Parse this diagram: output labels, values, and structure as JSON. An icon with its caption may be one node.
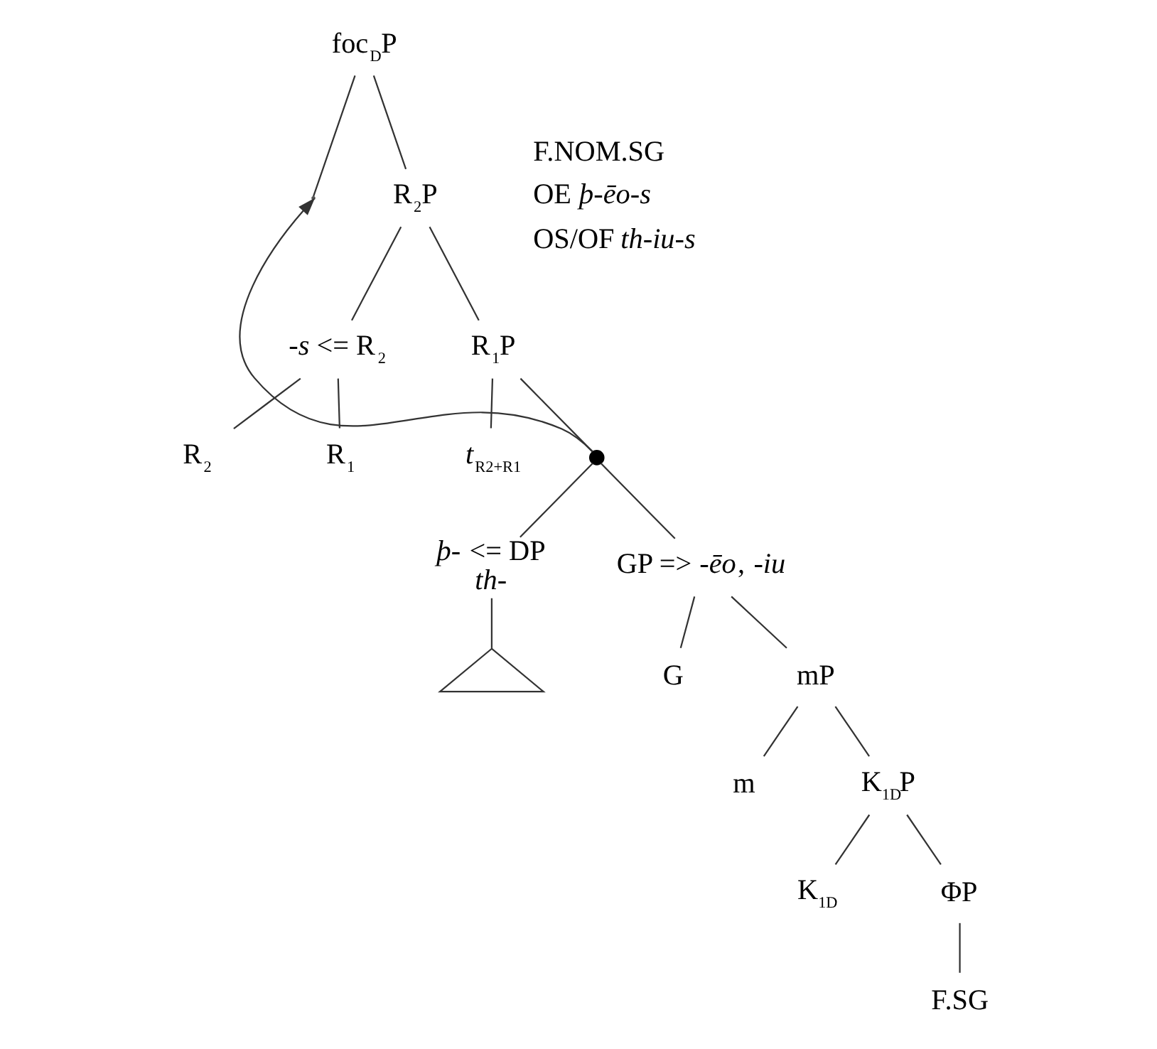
{
  "diagram": {
    "nodes": [
      {
        "text": [
          "foc$_{D}$P"
        ]
      },
      {
        "text": [],
        "shape": "point"
      },
      {
        "text": [
          "R$_{2}$P"
        ]
      },
      {
        "text": [
          "*-s* <= R$_{2}$"
        ]
      },
      {
        "text": [
          "R$_{2}$"
        ]
      },
      {
        "text": [
          "R$_{1}$"
        ]
      },
      {
        "text": [
          "R$_{1}$P"
        ]
      },
      {
        "text": [
          "*t*$_{R2+R1}$"
        ]
      },
      {
        "text": [],
        "shape": "circle"
      },
      {
        "text": [
          "*þ-* <= DP"
        ],
        "beside": [
          "th-"
        ]
      },
      {
        "text": [],
        "shape": "triangle"
      },
      {
        "text": [
          "GP => *-ēo*, *-iu*"
        ]
      },
      {
        "text": [
          "G"
        ]
      },
      {
        "text": [
          "mP"
        ]
      },
      {
        "text": [
          "m"
        ]
      },
      {
        "text": [
          "K$_{1D}$P"
        ]
      },
      {
        "text": [
          "K$_{1D}$"
        ]
      },
      {
        "text": [
          "ΦP"
        ]
      },
      {
        "text": [
          "F.SG"
        ]
      }
    ],
    "edges": [
      {
        "from": 0,
        "to": 1,
        "arrow": "none"
      },
      {
        "from": 0,
        "to": 2,
        "arrow": "none"
      },
      {
        "from": 2,
        "to": 3,
        "arrow": "none"
      },
      {
        "from": 2,
        "to": 6,
        "arrow": "none"
      },
      {
        "from": 3,
        "to": 4,
        "arrow": "none"
      },
      {
        "from": 3,
        "to": 5,
        "arrow": "none"
      },
      {
        "from": 6,
        "to": 7,
        "arrow": "none"
      },
      {
        "from": 6,
        "to": 8,
        "arrow": "none"
      },
      {
        "from": 8,
        "to": 9,
        "arrow": "none"
      },
      {
        "from": 8,
        "to": 11,
        "arrow": "none"
      },
      {
        "from": 9,
        "to": 10,
        "arrow": "none"
      },
      {
        "from": 11,
        "to": 12,
        "arrow": "none"
      },
      {
        "from": 11,
        "to": 13,
        "arrow": "none"
      },
      {
        "from": 13,
        "to": 14,
        "arrow": "none"
      },
      {
        "from": 13,
        "to": 15,
        "arrow": "none"
      },
      {
        "from": 15,
        "to": 16,
        "arrow": "none"
      },
      {
        "from": 15,
        "to": 17,
        "arrow": "none"
      },
      {
        "from": 17,
        "to": 18,
        "arrow": "none"
      },
      {
        "from": 8,
        "to": 1,
        "arrow": "to"
      }
    ],
    "labels": [
      "F.NOM.SG",
      "OE *þ-ēo-s*",
      "OS/OF *th-iu-s*"
    ]
  }
}
